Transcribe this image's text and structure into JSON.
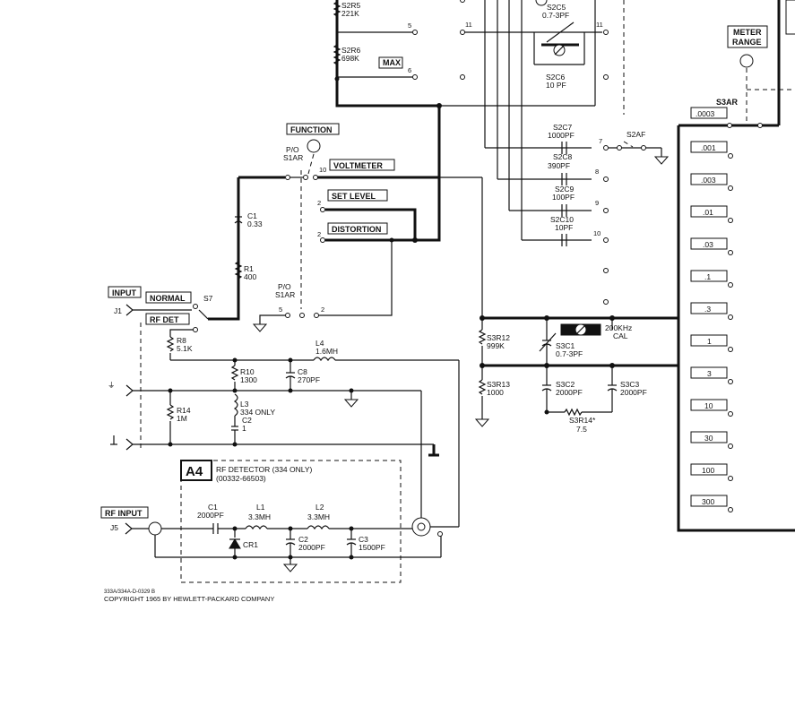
{
  "switch_s2": {
    "resistors": [
      {
        "ref": "S2R5",
        "value": "221K"
      },
      {
        "ref": "S2R6",
        "value": "698K"
      }
    ],
    "max_label": "MAX",
    "contacts": [
      "5",
      "6",
      "11",
      "11",
      "7",
      "8",
      "9",
      "10"
    ],
    "trim_cap": {
      "ref": "S2C5",
      "value": "0.7-3PF"
    },
    "cap6": {
      "ref": "S2C6",
      "value": "10 PF"
    },
    "caps": [
      {
        "ref": "S2C7",
        "value": "1000PF"
      },
      {
        "ref": "S2C8",
        "value": "390PF"
      },
      {
        "ref": "S2C9",
        "value": "100PF"
      },
      {
        "ref": "S2C10",
        "value": "10PF"
      }
    ],
    "s2af": "S2AF"
  },
  "meter_range": {
    "knob_label_1": "METER",
    "knob_label_2": "RANGE",
    "wafer": "S3AR",
    "ranges": [
      ".0003",
      ".001",
      ".003",
      ".01",
      ".03",
      ".1",
      ".3",
      "1",
      "3",
      "10",
      "30",
      "100",
      "300"
    ]
  },
  "function_switch": {
    "knob_label": "FUNCTION",
    "wafer_1": "P/O",
    "wafer_2": "S1AR",
    "positions": [
      "VOLTMETER",
      "SET LEVEL",
      "DISTORTION"
    ],
    "contact_numbers": [
      "10",
      "2",
      "2",
      "5",
      "2"
    ],
    "wafer_lower_1": "P/O",
    "wafer_lower_2": "S1AR"
  },
  "input_section": {
    "input_label": "INPUT",
    "jack": "J1",
    "normal": "NORMAL",
    "rf_det": "RF DET",
    "switch": "S7",
    "c1": {
      "ref": "C1",
      "value": "0.33"
    },
    "r1": {
      "ref": "R1",
      "value": "400"
    },
    "r8": {
      "ref": "R8",
      "value": "5.1K"
    },
    "r10": {
      "ref": "R10",
      "value": "1300"
    },
    "r14": {
      "ref": "R14",
      "value": "1M"
    },
    "l4": {
      "ref": "L4",
      "value": "1.6MH"
    },
    "c8": {
      "ref": "C8",
      "value": "270PF"
    },
    "l3": {
      "ref": "L3",
      "value": "334 ONLY"
    },
    "c2": {
      "ref": "C2",
      "value": "1"
    }
  },
  "s3_network": {
    "cal_value": "200KHz",
    "cal_label": "CAL",
    "r12": {
      "ref": "S3R12",
      "value": "999K"
    },
    "c1": {
      "ref": "S3C1",
      "value": "0.7-3PF"
    },
    "r13": {
      "ref": "S3R13",
      "value": "1000"
    },
    "c2": {
      "ref": "S3C2",
      "value": "2000PF"
    },
    "c3": {
      "ref": "S3C3",
      "value": "2000PF"
    },
    "r14": {
      "ref": "S3R14*",
      "value": "7.5"
    }
  },
  "a4": {
    "tag": "A4",
    "title": "RF DETECTOR (334 ONLY)",
    "part": "(00332-66503)",
    "rf_input": "RF INPUT",
    "jack": "J5",
    "c1": {
      "ref": "C1",
      "value": "2000PF"
    },
    "l1": {
      "ref": "L1",
      "value": "3.3MH"
    },
    "l2": {
      "ref": "L2",
      "value": "3.3MH"
    },
    "cr1": "CR1",
    "c2": {
      "ref": "C2",
      "value": "2000PF"
    },
    "c3": {
      "ref": "C3",
      "value": "1500PF"
    }
  },
  "footer": {
    "doc_number": "333A/334A-D-0329 B",
    "copyright": "COPYRIGHT 1965 BY HEWLETT-PACKARD COMPANY"
  }
}
